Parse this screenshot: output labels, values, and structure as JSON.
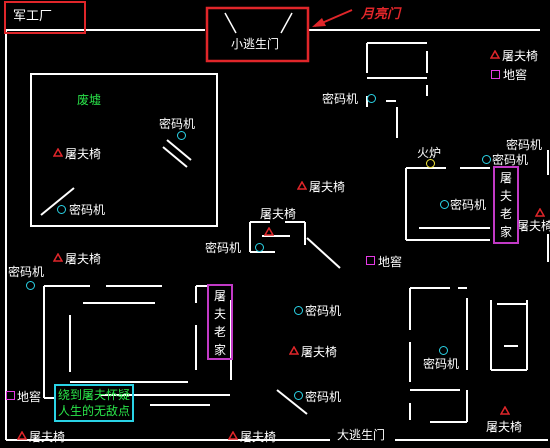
{
  "title": "军工厂",
  "annotation": {
    "moon_gate": "月亮门",
    "tip_line1": "绕到屠夫怀疑",
    "tip_line2": "人生的无敌点",
    "arrow_color": "#e0262a"
  },
  "gates": {
    "small_gate": "小逃生门",
    "big_gate": "大逃生门"
  },
  "areas": {
    "ruins": "废墟",
    "butcher_house": "屠夫老家"
  },
  "labels": {
    "cipher": "密码机",
    "chair": "屠夫椅",
    "cellar": "地窖",
    "furnace": "火炉"
  },
  "colors": {
    "wall": "#ffffff",
    "cipher": "#2ad3e6",
    "chair": "#e0262a",
    "cellar": "#e63ae6",
    "furnace": "#f2e63a",
    "highlight_box": "#e0262a",
    "house_box": "#c23ac6",
    "tip_text": "#2ae64a"
  },
  "icons": {
    "cipher": "cyan-circle-icon",
    "chair": "red-triangle-icon",
    "cellar": "magenta-square-icon",
    "furnace": "yellow-circle-icon"
  }
}
